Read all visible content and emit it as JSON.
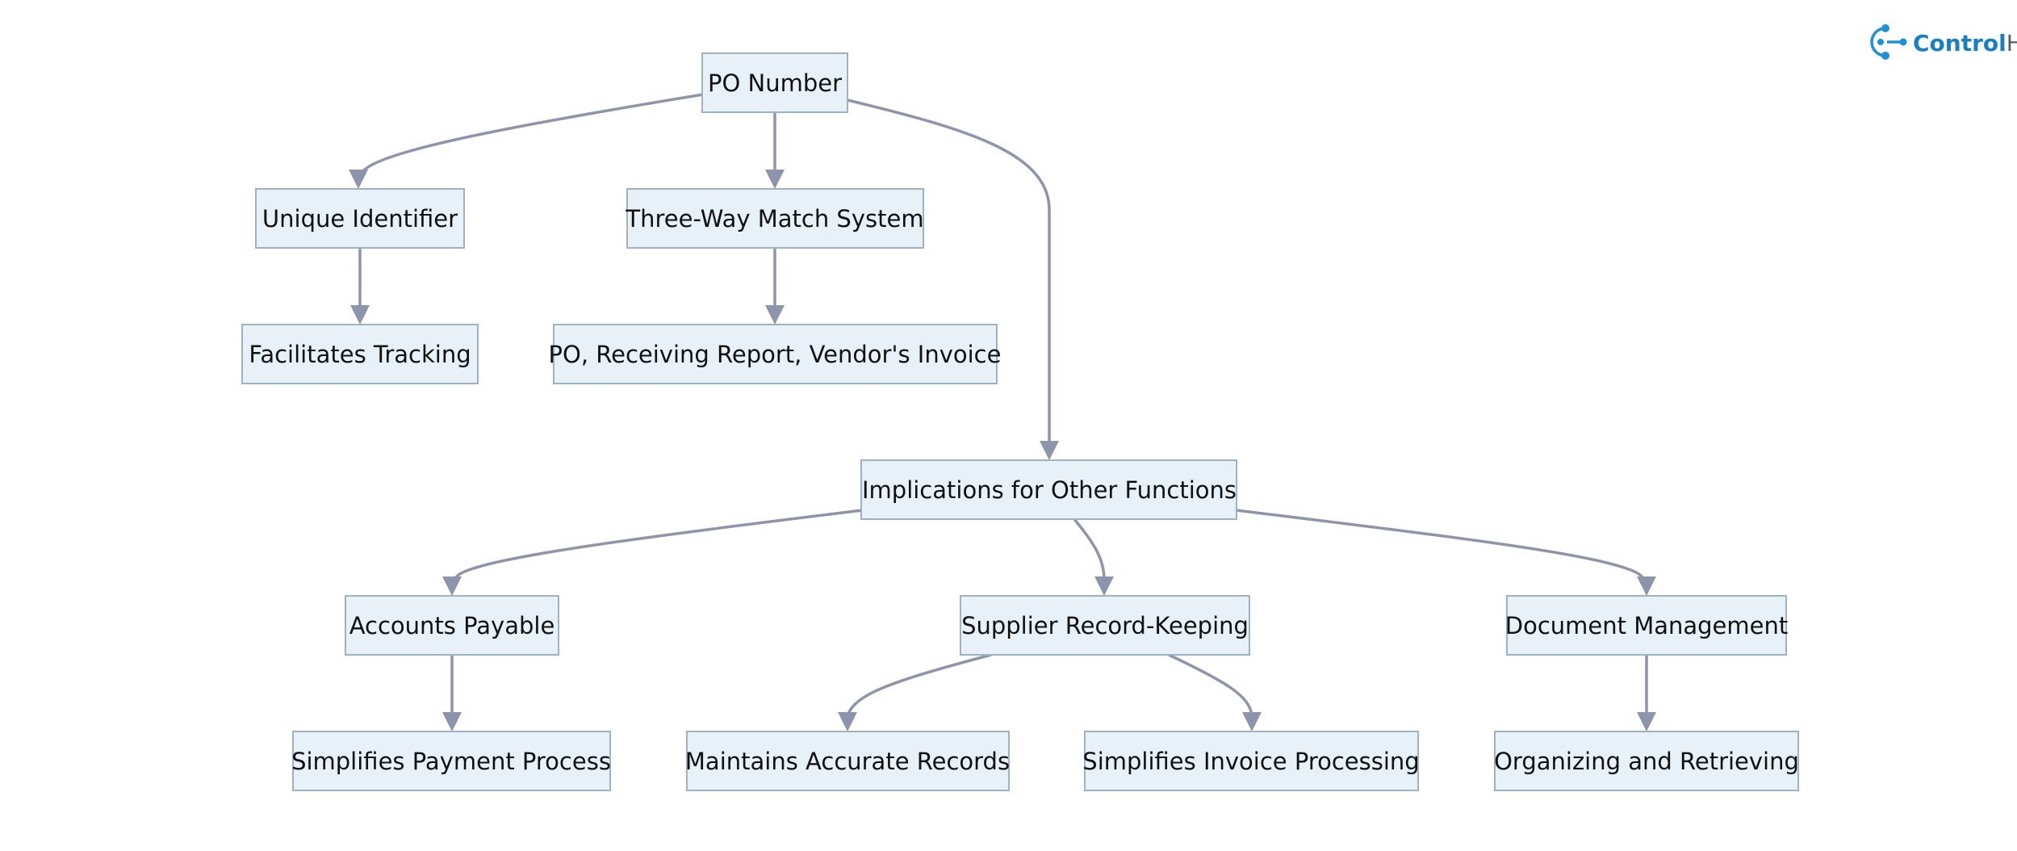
{
  "brand": {
    "name_part1": "Control",
    "name_part2": "Hub",
    "color": "#1f8fd6"
  },
  "diagram": {
    "type": "tree-flowchart",
    "colors": {
      "node_fill": "#e8f1f8",
      "node_border": "#9fb2c3",
      "edge": "#8e94ab",
      "text": "#111111"
    },
    "nodes": {
      "po_number": "PO Number",
      "unique_identifier": "Unique Identifier",
      "three_way_match": "Three-Way Match System",
      "facilitates_tracking": "Facilitates Tracking",
      "po_receiving_invoice": "PO, Receiving Report, Vendor's Invoice",
      "implications": "Implications for Other Functions",
      "accounts_payable": "Accounts Payable",
      "supplier_record_keeping": "Supplier Record-Keeping",
      "document_management": "Document Management",
      "simplifies_payment": "Simplifies Payment Process",
      "maintains_records": "Maintains Accurate Records",
      "simplifies_invoice": "Simplifies Invoice Processing",
      "organizing_retrieving": "Organizing and Retrieving"
    },
    "edges": [
      {
        "from": "po_number",
        "to": "unique_identifier"
      },
      {
        "from": "po_number",
        "to": "three_way_match"
      },
      {
        "from": "po_number",
        "to": "implications"
      },
      {
        "from": "unique_identifier",
        "to": "facilitates_tracking"
      },
      {
        "from": "three_way_match",
        "to": "po_receiving_invoice"
      },
      {
        "from": "implications",
        "to": "accounts_payable"
      },
      {
        "from": "implications",
        "to": "supplier_record_keeping"
      },
      {
        "from": "implications",
        "to": "document_management"
      },
      {
        "from": "accounts_payable",
        "to": "simplifies_payment"
      },
      {
        "from": "supplier_record_keeping",
        "to": "maintains_records"
      },
      {
        "from": "supplier_record_keeping",
        "to": "simplifies_invoice"
      },
      {
        "from": "document_management",
        "to": "organizing_retrieving"
      }
    ]
  }
}
